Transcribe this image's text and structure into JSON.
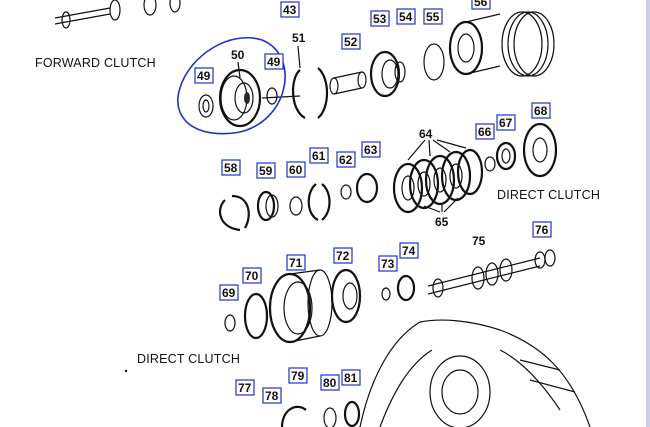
{
  "section_labels": {
    "forward_clutch": "FORWARD CLUTCH",
    "direct_clutch_right": "DIRECT CLUTCH",
    "direct_clutch_bottom": "DIRECT CLUTCH"
  },
  "callouts": [
    "43",
    "50",
    "51",
    "52",
    "53",
    "54",
    "55",
    "56",
    "49",
    "49",
    "58",
    "59",
    "60",
    "61",
    "62",
    "63",
    "64",
    "65",
    "66",
    "67",
    "68",
    "69",
    "70",
    "71",
    "72",
    "73",
    "74",
    "75",
    "76",
    "77",
    "78",
    "79",
    "80",
    "81"
  ],
  "colors": {
    "annotation_circle": "#1a33c8",
    "callout_border": "#1a33c8",
    "ink": "#111111"
  }
}
